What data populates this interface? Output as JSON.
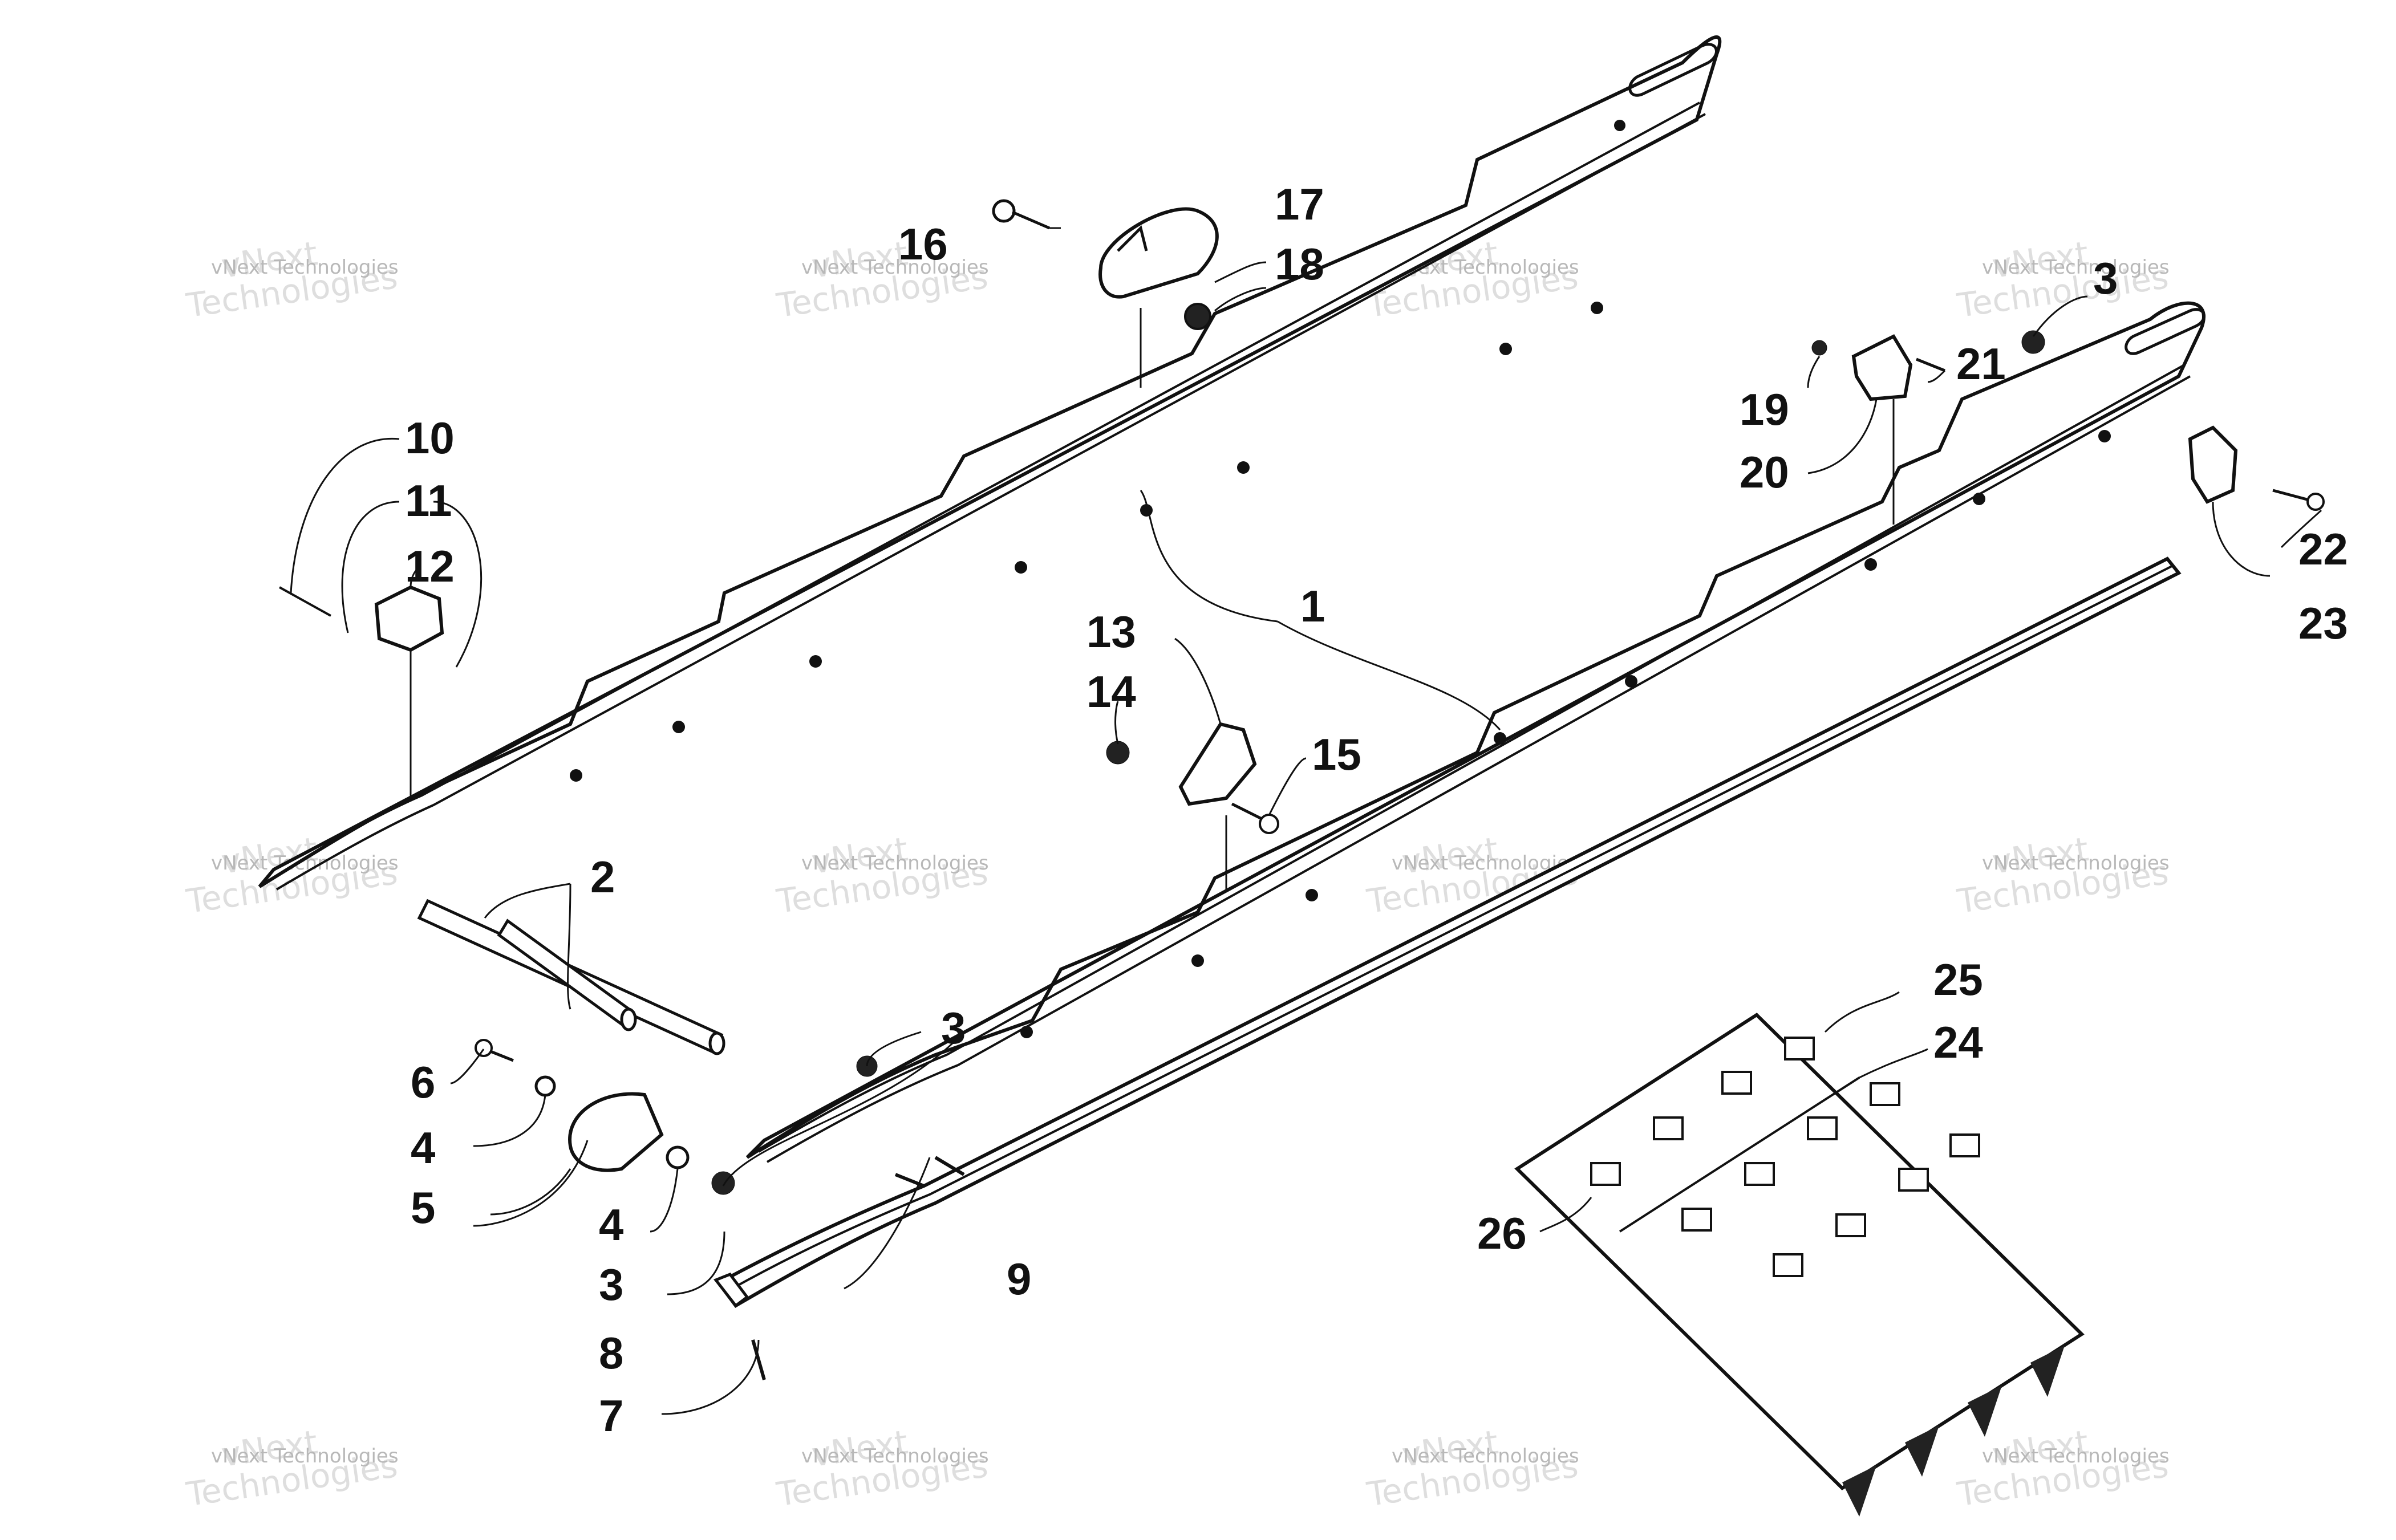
{
  "diagram": {
    "callouts": [
      {
        "id": "c1",
        "text": "1"
      },
      {
        "id": "c2",
        "text": "2"
      },
      {
        "id": "c3a",
        "text": "3"
      },
      {
        "id": "c3b",
        "text": "3"
      },
      {
        "id": "c3c",
        "text": "3"
      },
      {
        "id": "c4a",
        "text": "4"
      },
      {
        "id": "c4b",
        "text": "4"
      },
      {
        "id": "c5",
        "text": "5"
      },
      {
        "id": "c6",
        "text": "6"
      },
      {
        "id": "c7",
        "text": "7"
      },
      {
        "id": "c8",
        "text": "8"
      },
      {
        "id": "c9",
        "text": "9"
      },
      {
        "id": "c10",
        "text": "10"
      },
      {
        "id": "c11",
        "text": "11"
      },
      {
        "id": "c12",
        "text": "12"
      },
      {
        "id": "c13",
        "text": "13"
      },
      {
        "id": "c14",
        "text": "14"
      },
      {
        "id": "c15",
        "text": "15"
      },
      {
        "id": "c16",
        "text": "16"
      },
      {
        "id": "c17",
        "text": "17"
      },
      {
        "id": "c18",
        "text": "18"
      },
      {
        "id": "c19",
        "text": "19"
      },
      {
        "id": "c20",
        "text": "20"
      },
      {
        "id": "c21",
        "text": "21"
      },
      {
        "id": "c22",
        "text": "22"
      },
      {
        "id": "c23",
        "text": "23"
      },
      {
        "id": "c24",
        "text": "24"
      },
      {
        "id": "c25",
        "text": "25"
      },
      {
        "id": "c26",
        "text": "26"
      }
    ],
    "watermark": {
      "line1": "vNext Technologies",
      "line2": "vNext",
      "line3": "Technologies"
    }
  }
}
